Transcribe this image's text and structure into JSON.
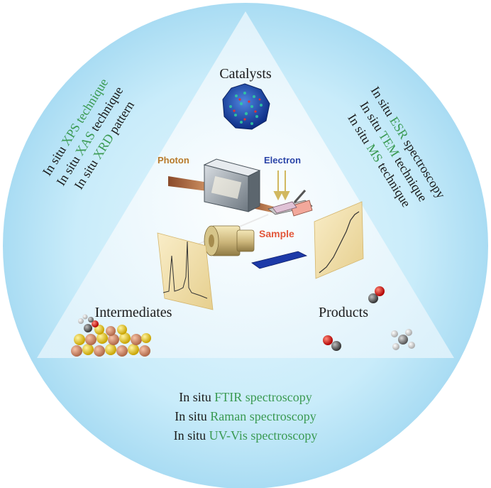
{
  "vertices": {
    "top": "Catalysts",
    "left": "Intermediates",
    "right": "Products"
  },
  "center_labels": {
    "photon": "Photon",
    "electron": "Electron",
    "sample": "Sample"
  },
  "left_techniques": [
    {
      "prefix": "In situ",
      "name": "XPS",
      "suffix": "technique"
    },
    {
      "prefix": "In situ",
      "name": "XAS",
      "suffix": "technique"
    },
    {
      "prefix": "In situ",
      "name": "XRD",
      "suffix": "pattern"
    }
  ],
  "right_techniques": [
    {
      "prefix": "In situ",
      "name": "ESR",
      "suffix": "spectroscopy"
    },
    {
      "prefix": "In situ",
      "name": "TEM",
      "suffix": "technique"
    },
    {
      "prefix": "In situ",
      "name": "MS",
      "suffix": "technique"
    }
  ],
  "bottom_techniques": [
    {
      "prefix": "In situ",
      "name": "FTIR",
      "suffix": "spectroscopy"
    },
    {
      "prefix": "In situ",
      "name": "Raman",
      "suffix": "spectroscopy"
    },
    {
      "prefix": "In situ",
      "name": "UV-Vis",
      "suffix": "spectroscopy"
    }
  ],
  "colors": {
    "circle_fill": "#bfe6f7",
    "triangle_fill": "#eaf7fd",
    "technique_green": "#3a9a52",
    "text_dark": "#1a1a1a",
    "photon_text": "#b87a2a",
    "electron_text": "#2b45a8",
    "sample_text": "#e2573a"
  }
}
